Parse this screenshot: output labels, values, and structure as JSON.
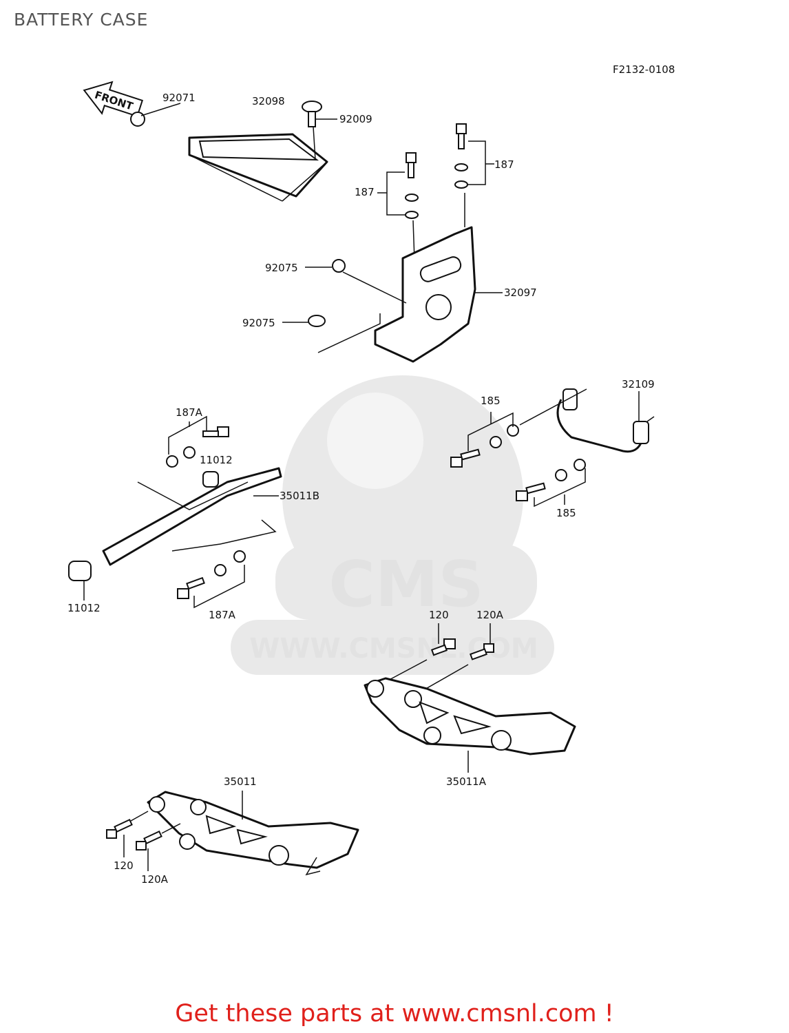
{
  "page": {
    "title": "BATTERY CASE",
    "figure_code": "F2132-0108",
    "front_label": "FRONT",
    "cta": "Get these parts at www.cmsnl.com !"
  },
  "watermark": {
    "brand": "CMS",
    "url": "WWW.CMSNL.COM"
  },
  "parts": {
    "p92071": "92071",
    "p32098": "32098",
    "p92009": "92009",
    "p187_right": "187",
    "p187_left": "187",
    "p92075_a": "92075",
    "p92075_b": "92075",
    "p32097": "32097",
    "p187A_top": "187A",
    "p11012_top": "11012",
    "p35011B": "35011B",
    "p11012_bottom": "11012",
    "p187A_bottom": "187A",
    "p185_top": "185",
    "p32109": "32109",
    "p185_bottom": "185",
    "p120_right": "120",
    "p120A_right": "120A",
    "p35011A": "35011A",
    "p35011": "35011",
    "p120_left": "120",
    "p120A_left": "120A"
  },
  "colors": {
    "cta": "#e0201b",
    "watermark": "#e5e5e5",
    "line": "#111111"
  }
}
